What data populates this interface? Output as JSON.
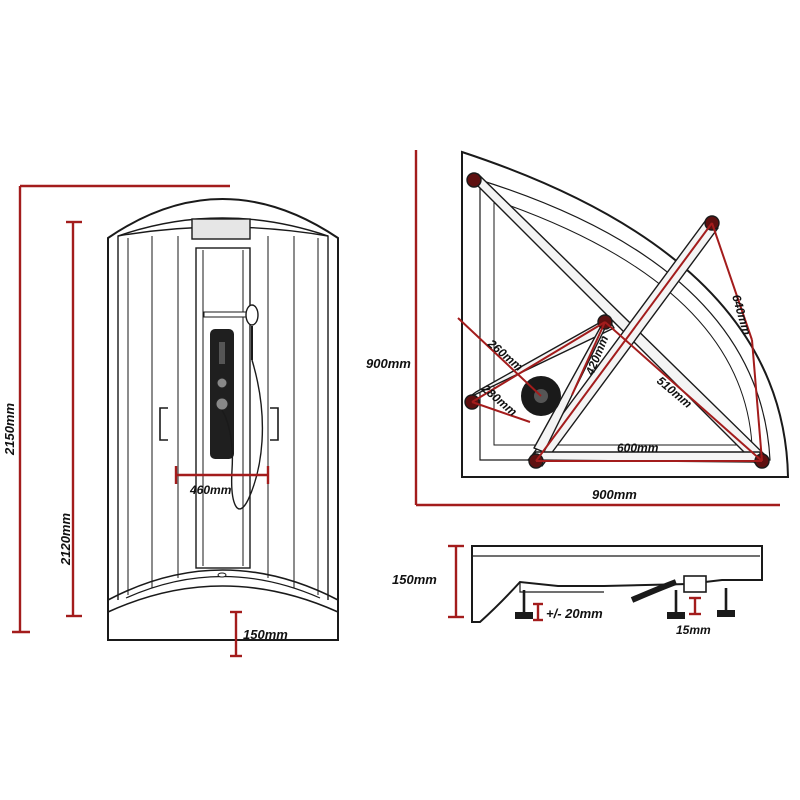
{
  "front_view": {
    "total_height": "2150mm",
    "cabin_height": "2120mm",
    "column_width": "460mm",
    "tray_height": "150mm"
  },
  "top_view": {
    "side_y": "900mm",
    "side_x": "900mm",
    "dim_a": "260mm",
    "dim_b": "420mm",
    "dim_c": "640mm",
    "dim_d": "280mm",
    "dim_e": "510mm",
    "dim_f": "600mm"
  },
  "side_view": {
    "tray_height": "150mm",
    "leg_adjust": "+/- 20mm",
    "foot_height": "15mm"
  },
  "colors": {
    "dimension": "#a31c1c",
    "outline": "#1a1a1a",
    "brace": "#f2f2f2",
    "pivot": "#7a1515"
  }
}
